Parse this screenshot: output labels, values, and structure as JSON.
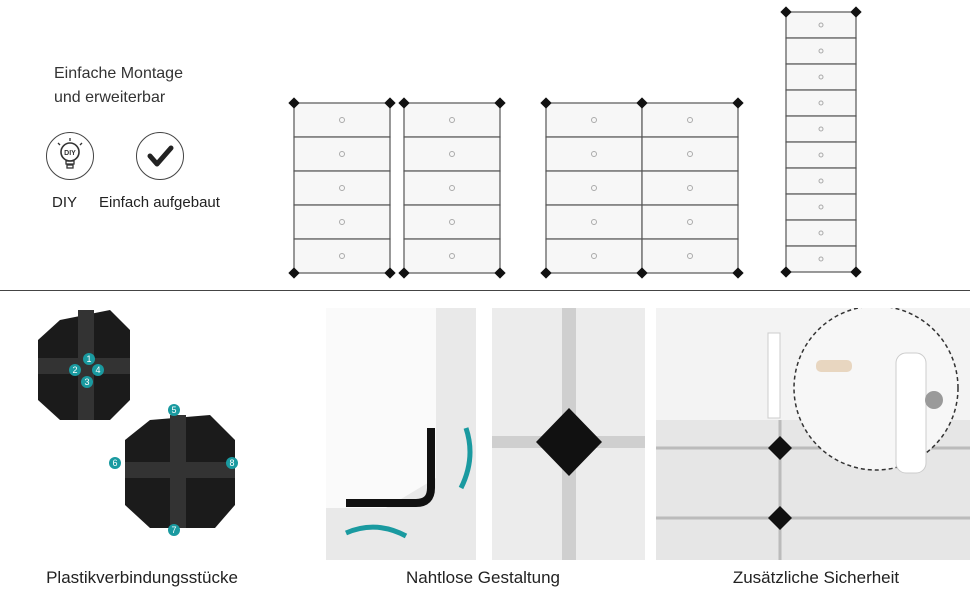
{
  "header": {
    "title_line1": "Einfache Montage",
    "title_line2": "und erweiterbar"
  },
  "features": [
    {
      "label": "DIY",
      "icon": "diy-bulb-icon"
    },
    {
      "label": "Einfach aufgebaut",
      "icon": "checkmark-icon"
    }
  ],
  "captions": {
    "connectors": "Plastikverbindungsstücke",
    "seamless": "Nahtlose Gestaltung",
    "safety": "Zusätzliche Sicherheit"
  },
  "connector_numbers": [
    "1",
    "2",
    "3",
    "4",
    "5",
    "6",
    "7",
    "8"
  ],
  "colors": {
    "accent": "#1a9aa0",
    "frame": "#111111",
    "panel": "#f4f4f4"
  }
}
